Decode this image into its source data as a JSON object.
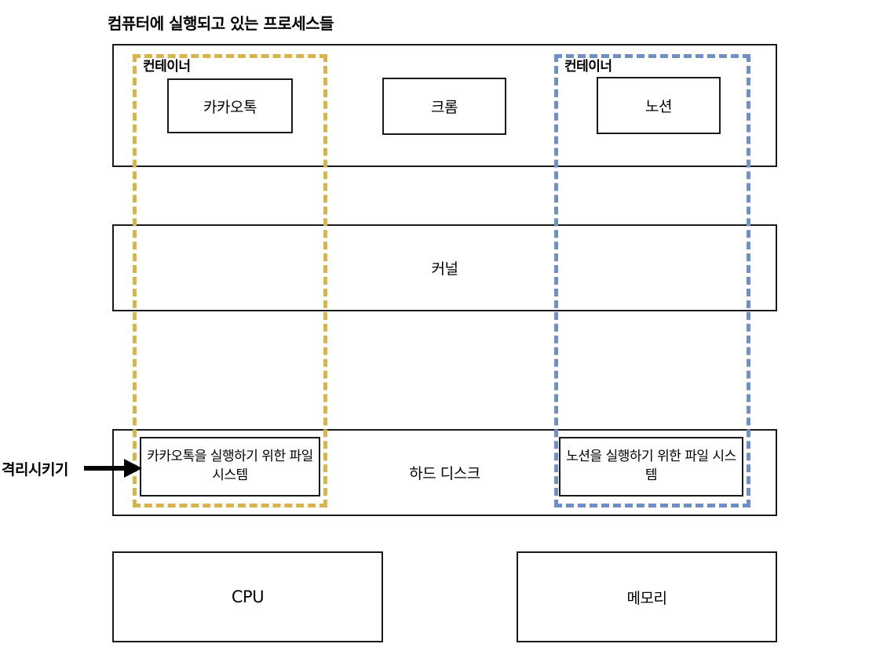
{
  "title": "컴퓨터에 실행되고 있는 프로세스들",
  "colors": {
    "left_container": "#d8b44a",
    "right_container": "#6f8fc6",
    "box_border": "#1a1a1a",
    "arrow": "#000000"
  },
  "containers": {
    "left": {
      "label": "컨테이너",
      "app": "카카오톡",
      "filesystem": "카카오톡을 실행하기 위한 파일 시스템",
      "color": "#d8b44a"
    },
    "right": {
      "label": "컨테이너",
      "app": "노션",
      "filesystem": "노션을 실행하기 위한 파일 시스템",
      "color": "#6f8fc6"
    }
  },
  "apps": {
    "chrome": "크롬"
  },
  "layers": {
    "kernel": "커널",
    "hard_disk": "하드 디스크",
    "cpu": "CPU",
    "memory": "메모리"
  },
  "annotation": {
    "isolate_label": "격리시키기"
  }
}
